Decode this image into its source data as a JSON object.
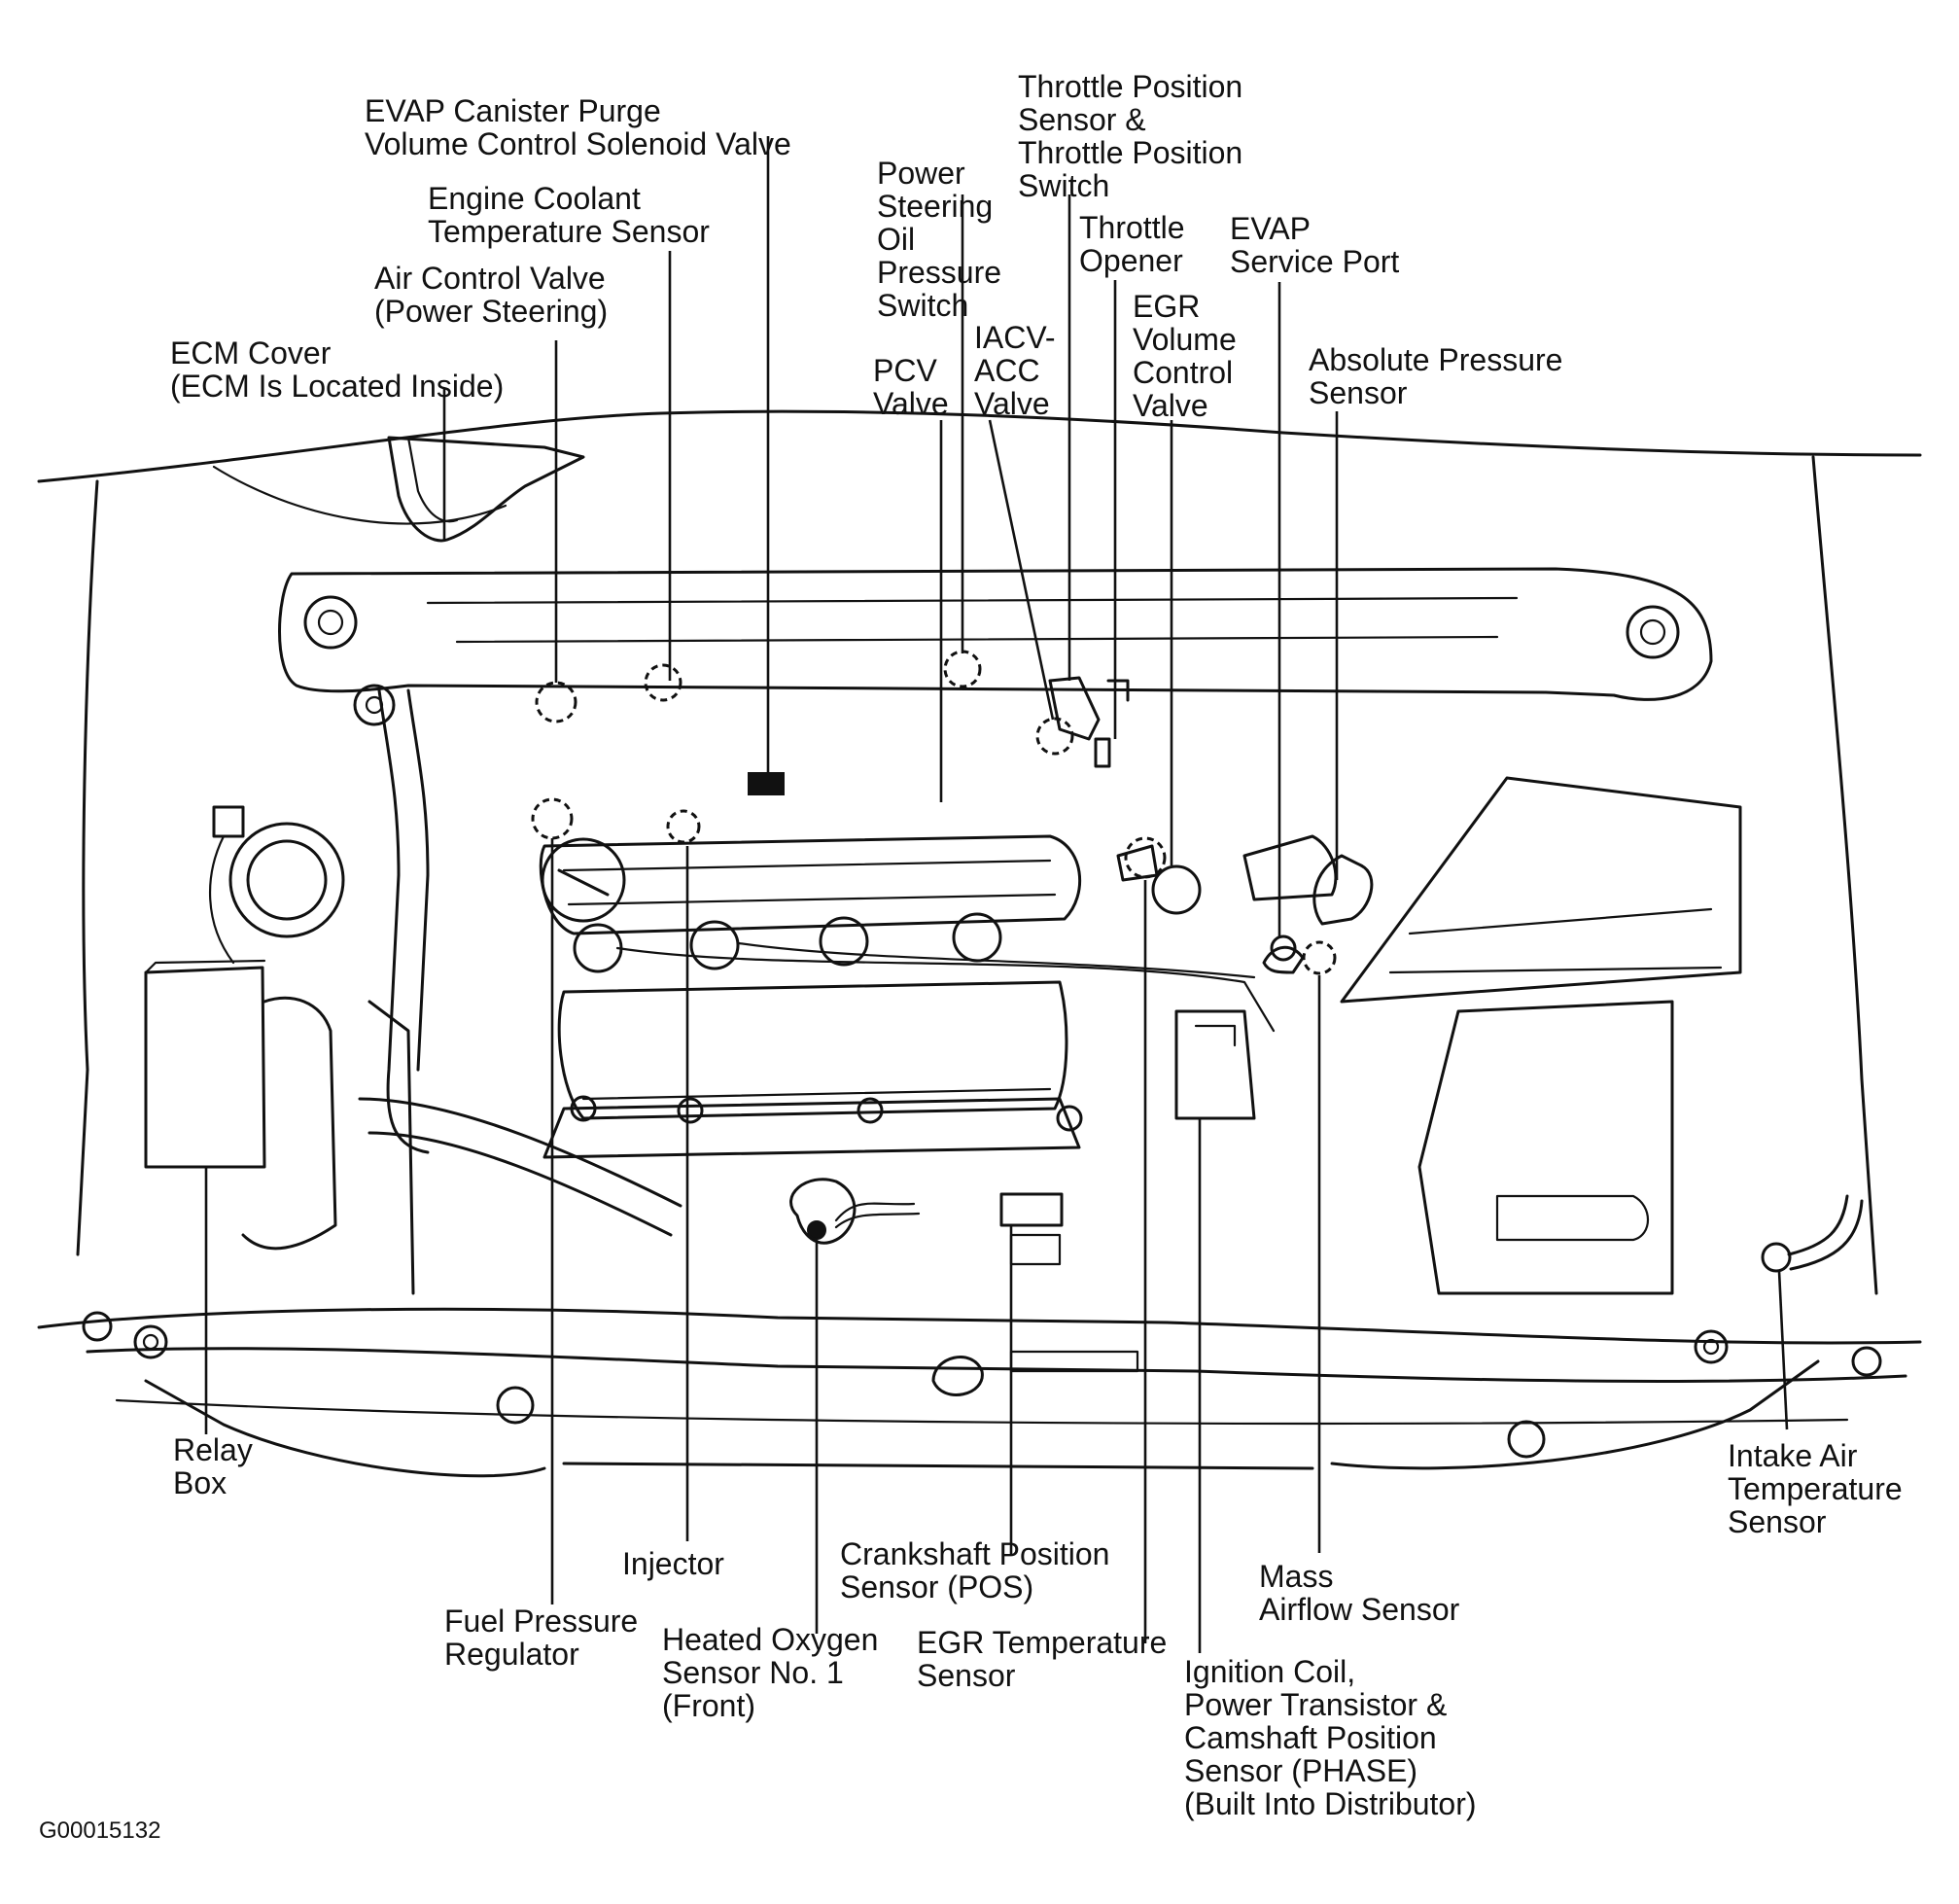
{
  "diagram": {
    "labels": {
      "evap_purge": [
        "EVAP Canister Purge",
        "Volume Control Solenoid Valve"
      ],
      "coolant": [
        "Engine Coolant",
        "Temperature Sensor"
      ],
      "air_control": [
        "Air Control Valve",
        "(Power Steering)"
      ],
      "ecm_cover": [
        "ECM Cover",
        "(ECM Is Located Inside)"
      ],
      "ps_switch": [
        "Power",
        "Steering",
        "Oil",
        "Pressure",
        "Switch"
      ],
      "pcv": [
        "PCV",
        "Valve"
      ],
      "iacv": [
        "IACV-",
        "ACC",
        "Valve"
      ],
      "tps": [
        "Throttle Position",
        "Sensor &",
        "Throttle Position",
        "Switch"
      ],
      "throttle_opener": [
        "Throttle",
        "Opener"
      ],
      "egr_volume": [
        "EGR",
        "Volume",
        "Control",
        "Valve"
      ],
      "evap_port": [
        "EVAP",
        "Service Port"
      ],
      "abs_pressure": [
        "Absolute Pressure",
        "Sensor"
      ],
      "relay_box": [
        "Relay",
        "Box"
      ],
      "fuel_pressure": [
        "Fuel Pressure",
        "Regulator"
      ],
      "injector": [
        "Injector"
      ],
      "oxygen": [
        "Heated Oxygen",
        "Sensor No. 1",
        "(Front)"
      ],
      "crankshaft": [
        "Crankshaft Position",
        "Sensor (POS)"
      ],
      "egr_temp": [
        "EGR Temperature",
        "Sensor"
      ],
      "ignition": [
        "Ignition Coil,",
        "Power Transistor &",
        "Camshaft Position",
        "Sensor (PHASE)",
        "(Built Into Distributor)"
      ],
      "maf": [
        "Mass",
        "Airflow Sensor"
      ],
      "intake_air": [
        "Intake Air",
        "Temperature",
        "Sensor"
      ]
    },
    "code": "G00015132"
  }
}
